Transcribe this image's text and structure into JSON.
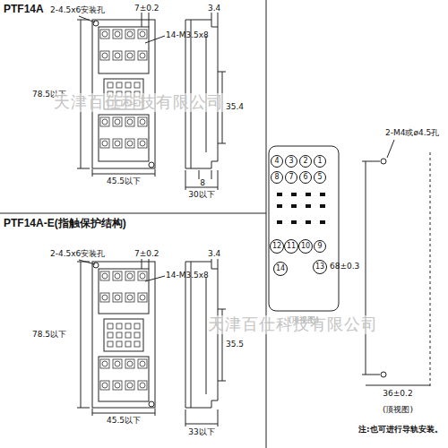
{
  "diagram": {
    "nodes": [
      {
        "text": [
          "4"
        ]
      },
      {
        "text": [
          "3"
        ]
      },
      {
        "text": [
          "2"
        ]
      },
      {
        "text": [
          "1"
        ]
      },
      {
        "text": [
          "8"
        ]
      },
      {
        "text": [
          "7"
        ]
      },
      {
        "text": [
          "6"
        ]
      },
      {
        "text": [
          "5"
        ]
      },
      {
        "text": [
          "12"
        ]
      },
      {
        "text": [
          "11"
        ]
      },
      {
        "text": [
          "10"
        ]
      },
      {
        "text": [
          "9"
        ]
      },
      {
        "text": [
          "14"
        ]
      },
      {
        "text": [
          "13"
        ]
      }
    ],
    "labels": [
      "PTF14A",
      "2-4.5x6安装孔",
      "7±0.2",
      "14-M3.5x8",
      "3.4",
      "78.5以下",
      "35.4",
      "8",
      "45.5以下",
      "30以下",
      "PTF14A-E(指触保护结构)",
      "2-4.5x6安装孔",
      "7±0.2",
      "14-M3.5x8",
      "3.4",
      "78.5以下",
      "35.5",
      "45.5以下",
      "33以下",
      "(顶视图)",
      "2-M4或ø4.5孔",
      "68±0.3",
      "36±0.2",
      "(顶视图)",
      "注:也可进行导轨安装。",
      "天津百仕科技有限公司",
      "天津百仕科技有限公司"
    ]
  }
}
